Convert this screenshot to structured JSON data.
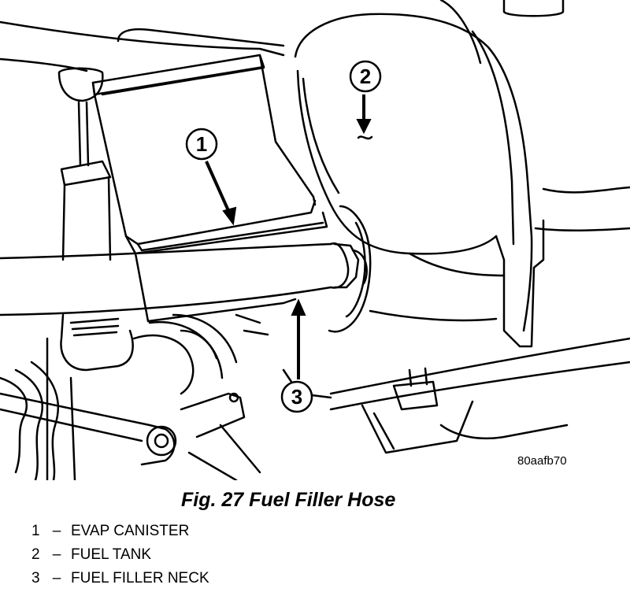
{
  "figure": {
    "drawing_id": "80aafb70",
    "caption": "Fig. 27 Fuel Filler Hose",
    "callouts": [
      {
        "number": "1",
        "label": "EVAP CANISTER"
      },
      {
        "number": "2",
        "label": "FUEL TANK"
      },
      {
        "number": "3",
        "label": "FUEL FILLER NECK"
      }
    ],
    "separator": "–"
  }
}
